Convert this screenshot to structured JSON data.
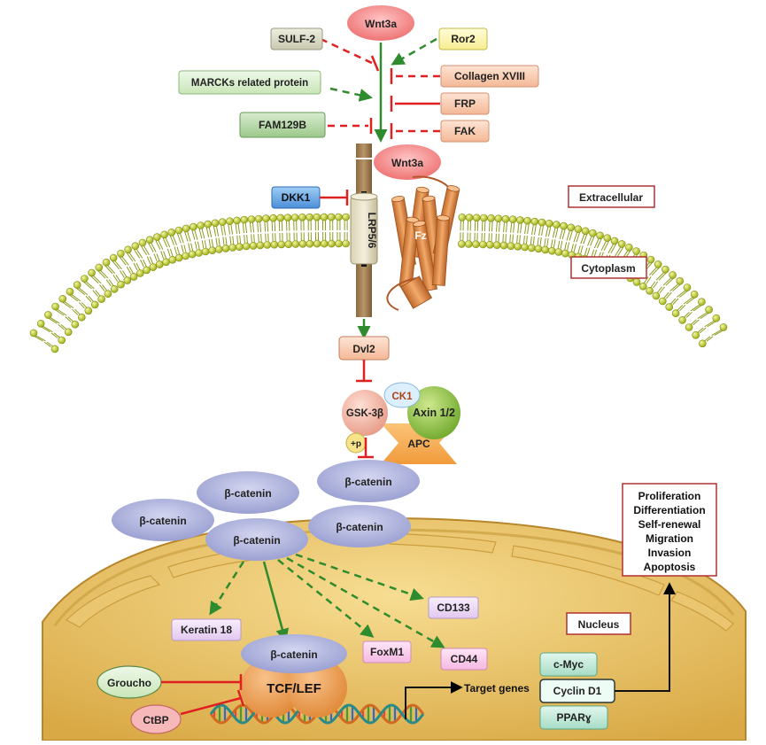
{
  "colors": {
    "activation": "#2e8b2e",
    "inhibition": "#e02020",
    "nucleus": "#e7be5e",
    "membrane": "#b9c62a",
    "catenin": "#aeb2dc",
    "receptor": "#a4845a",
    "frizzled": "#e09a5a",
    "wnt": "#f28b8b"
  },
  "ligand": {
    "top": "Wnt3a",
    "bound": "Wnt3a"
  },
  "regulators": {
    "sulf2": "SULF-2",
    "ror2": "Ror2",
    "marcks": "MARCKs related protein",
    "collagen": "Collagen XVIII",
    "frp": "FRP",
    "fam129b": "FAM129B",
    "fak": "FAK"
  },
  "receptors": {
    "dkk1": "DKK1",
    "lrp": "LRP5/6",
    "fz": "Fz"
  },
  "compartments": {
    "extracellular": "Extracellular",
    "cytoplasm": "Cytoplasm",
    "nucleus": "Nucleus"
  },
  "destruction_complex": {
    "dvl2": "Dvl2",
    "ck1": "CK1",
    "gsk3b": "GSK-3β",
    "axin": "Axin 1/2",
    "phos": "+p",
    "apc": "APC"
  },
  "catenin": {
    "free": [
      "β-catenin",
      "β-catenin",
      "β-catenin",
      "β-catenin"
    ],
    "center": "β-catenin",
    "nuclear": "β-catenin"
  },
  "targets_proteins": {
    "keratin": "Keratin 18",
    "cd133": "CD133",
    "foxm1": "FoxM1",
    "cd44": "CD44"
  },
  "transcription": {
    "tcf": "TCF/LEF",
    "groucho": "Groucho",
    "ctbp": "CtBP",
    "target_genes": "Target genes"
  },
  "genes": [
    "c-Myc",
    "Cyclin D1",
    "PPARɣ"
  ],
  "outcomes": [
    "Proliferation",
    "Differentiation",
    "Self-renewal",
    "Migration",
    "Invasion",
    "Apoptosis"
  ]
}
